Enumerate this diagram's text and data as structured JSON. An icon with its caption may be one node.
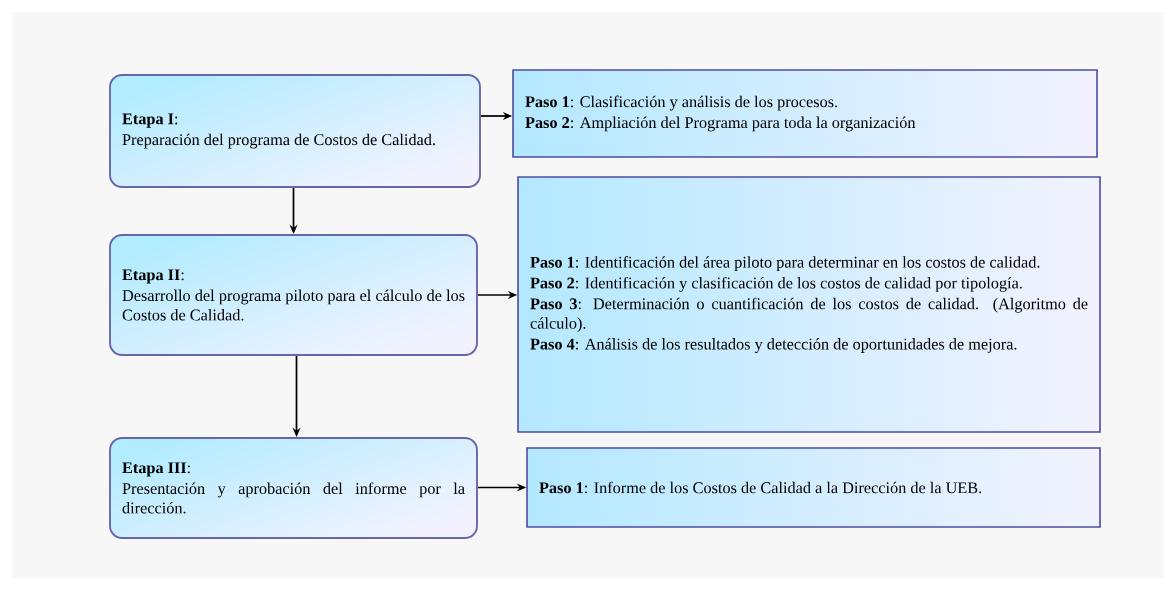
{
  "diagram": {
    "nodes": [
      {
        "text": [
          "**Etapa I**:",
          "Preparación del programa de Costos de Calidad."
        ]
      },
      {
        "text": [
          "**Paso 1**: Clasificación y análisis de los procesos.",
          "**Paso 2**: Ampliación del Programa para toda la organización"
        ]
      },
      {
        "text": [
          "**Etapa II**:",
          "Desarrollo del programa piloto para el cálculo de los Costos de Calidad."
        ]
      },
      {
        "text": [
          "**Paso 1**: Identificación del área piloto para determinar en los costos de calidad.",
          "**Paso 2**: Identificación y clasificación de los costos de calidad por tipología.",
          "**Paso 3**: Determinación o cuantificación de los costos de calidad. (Algoritmo de cálculo).",
          "**Paso 4**: Análisis de los resultados y detección de oportunidades de mejora."
        ]
      },
      {
        "text": [
          "**Etapa III**:",
          "Presentación y aprobación del informe por la dirección."
        ]
      },
      {
        "text": [
          "**Paso 1**: Informe de los Costos de Calidad a la Dirección de la UEB."
        ]
      }
    ],
    "edges": [
      {
        "from": 0,
        "to": 1,
        "arrow": "to"
      },
      {
        "from": 0,
        "to": 2,
        "arrow": "to"
      },
      {
        "from": 2,
        "to": 3,
        "arrow": "to"
      },
      {
        "from": 2,
        "to": 4,
        "arrow": "to"
      },
      {
        "from": 4,
        "to": 5,
        "arrow": "to"
      }
    ]
  }
}
